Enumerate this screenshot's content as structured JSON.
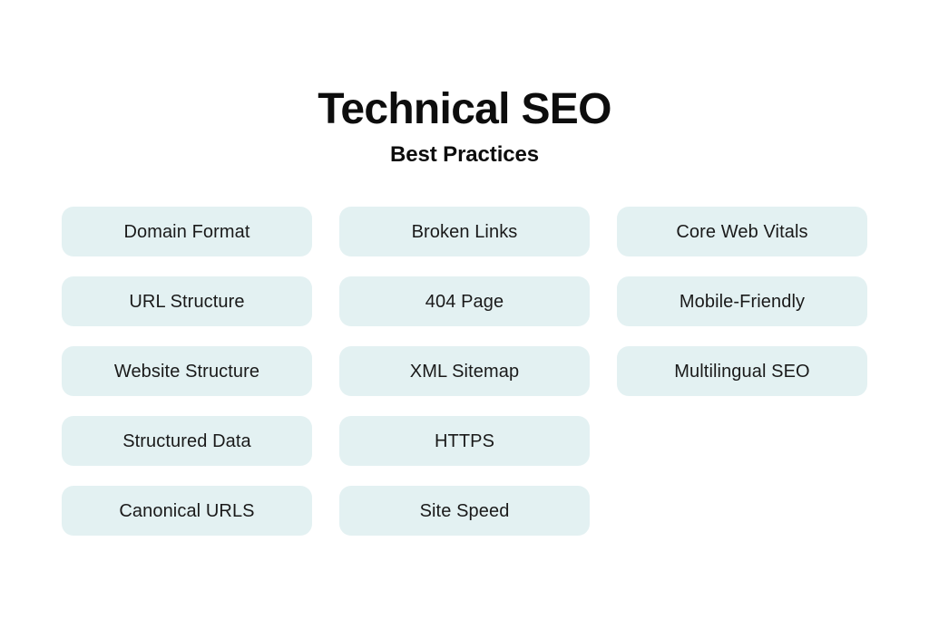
{
  "header": {
    "title": "Technical SEO",
    "subtitle": "Best Practices"
  },
  "theme": {
    "background": "#ffffff",
    "card_background": "#e3f1f2",
    "title_color": "#0d0d0d",
    "card_label_color": "#1a1a1a"
  },
  "columns": [
    {
      "name": "column-1",
      "cards": [
        {
          "label": "Domain Format"
        },
        {
          "label": "URL Structure"
        },
        {
          "label": "Website Structure"
        },
        {
          "label": "Structured Data"
        },
        {
          "label": "Canonical URLS"
        }
      ]
    },
    {
      "name": "column-2",
      "cards": [
        {
          "label": "Broken Links"
        },
        {
          "label": "404 Page"
        },
        {
          "label": "XML Sitemap"
        },
        {
          "label": "HTTPS"
        },
        {
          "label": "Site Speed"
        }
      ]
    },
    {
      "name": "column-3",
      "cards": [
        {
          "label": "Core Web Vitals"
        },
        {
          "label": "Mobile-Friendly"
        },
        {
          "label": "Multilingual SEO"
        }
      ]
    }
  ]
}
